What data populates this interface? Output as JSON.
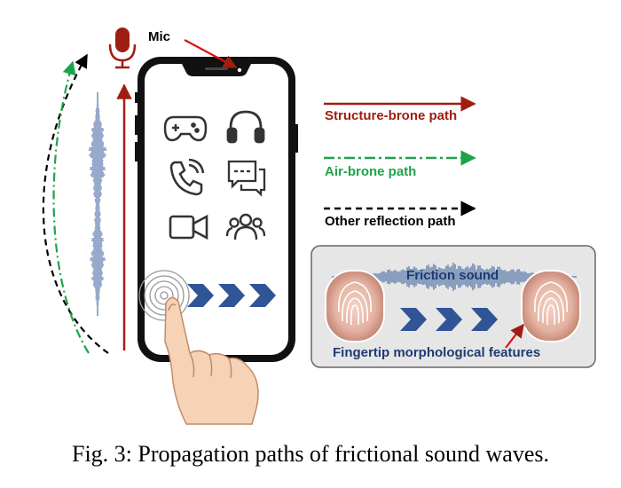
{
  "microphone": {
    "label": "Mic"
  },
  "legend": [
    {
      "label": "Structure-brone path",
      "color": "#a01d12",
      "style": "solid"
    },
    {
      "label": "Air-brone path",
      "color": "#1fa34a",
      "style": "dash-dot"
    },
    {
      "label": "Other reflection path",
      "color": "#000000",
      "style": "dashed"
    }
  ],
  "inset": {
    "friction_label": "Friction sound",
    "feature_label": "Fingertip morphological features"
  },
  "phone_apps": [
    "gamepad-icon",
    "headphones-icon",
    "phone-call-icon",
    "chat-icon",
    "video-camera-icon",
    "group-icon"
  ],
  "colors": {
    "accent_navy": "#1f3b73",
    "chevron_blue": "#2f5597",
    "structure_red": "#a01d12",
    "air_green": "#1fa34a"
  },
  "caption": "Fig. 3:  Propagation paths of frictional sound waves."
}
